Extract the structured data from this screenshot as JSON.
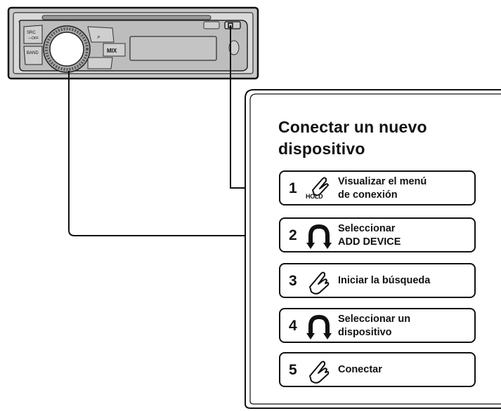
{
  "panel": {
    "title_line1": "Conectar un nuevo",
    "title_line2": "dispositivo"
  },
  "device": {
    "buttons": {
      "src": "SRC",
      "off": "—OFF",
      "band": "BAND",
      "mix": "MIX"
    }
  },
  "steps": [
    {
      "number": "1",
      "icon": "press-and-hold-icon",
      "hold_label": "HOLD",
      "line1": "Visualizar el menú",
      "line2": "de conexión"
    },
    {
      "number": "2",
      "icon": "rotate-dial-icon",
      "line1": "Seleccionar",
      "line2": "ADD DEVICE"
    },
    {
      "number": "3",
      "icon": "press-icon",
      "line1": "Iniciar la búsqueda"
    },
    {
      "number": "4",
      "icon": "rotate-dial-icon",
      "line1": "Seleccionar un",
      "line2": "dispositivo"
    },
    {
      "number": "5",
      "icon": "press-icon",
      "line1": "Conectar"
    }
  ]
}
